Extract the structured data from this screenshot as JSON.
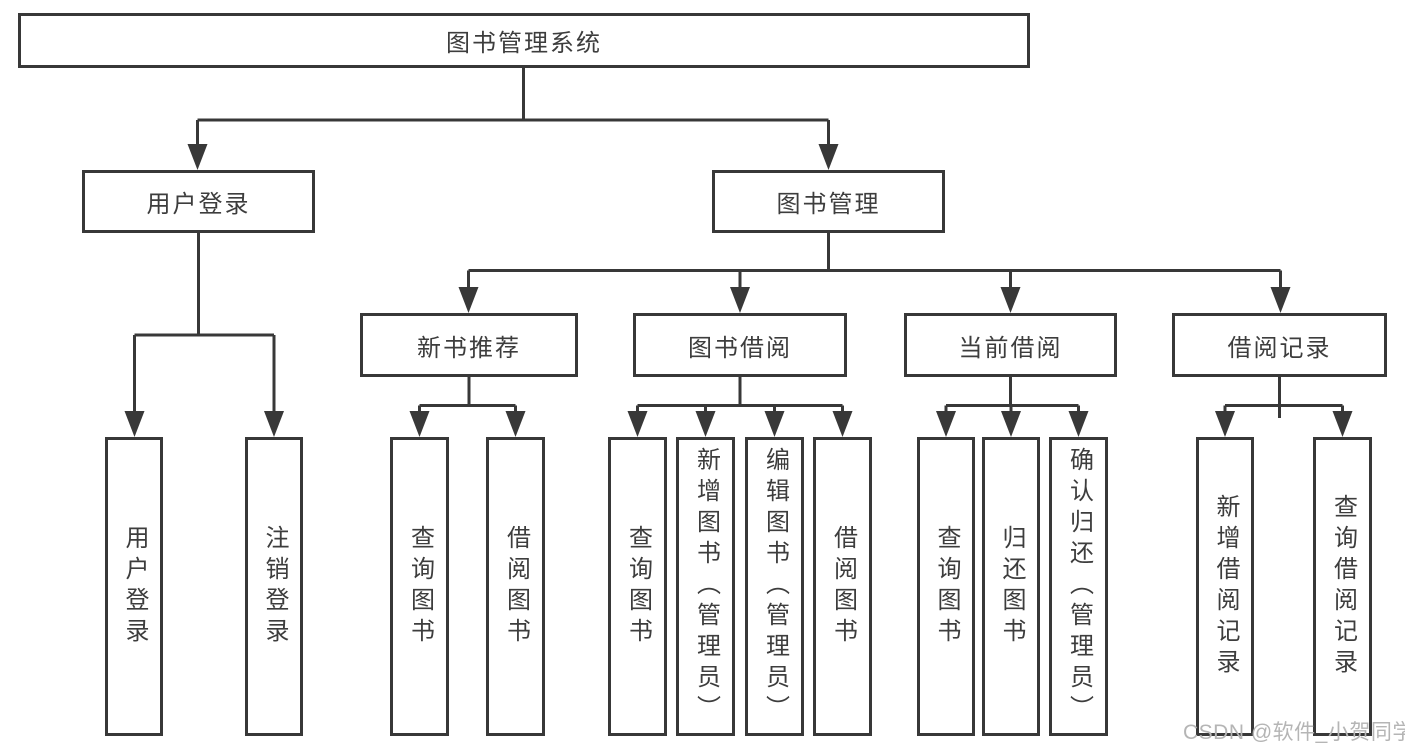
{
  "tree": {
    "root": {
      "label": "图书管理系统",
      "children": [
        {
          "label": "用户登录",
          "children": [
            {
              "label": "用户登录"
            },
            {
              "label": "注销登录"
            }
          ]
        },
        {
          "label": "图书管理",
          "children": [
            {
              "label": "新书推荐",
              "children": [
                {
                  "label": "查询图书"
                },
                {
                  "label": "借阅图书"
                }
              ]
            },
            {
              "label": "图书借阅",
              "children": [
                {
                  "label": "查询图书"
                },
                {
                  "label": "新增图书（管理员）"
                },
                {
                  "label": "编辑图书（管理员）"
                },
                {
                  "label": "借阅图书"
                }
              ]
            },
            {
              "label": "当前借阅",
              "children": [
                {
                  "label": "查询图书"
                },
                {
                  "label": "归还图书"
                },
                {
                  "label": "确认归还（管理员）"
                }
              ]
            },
            {
              "label": "借阅记录",
              "children": [
                {
                  "label": "新增借阅记录"
                },
                {
                  "label": "查询借阅记录"
                }
              ]
            }
          ]
        }
      ]
    }
  },
  "watermark": "CSDN @软件_小贺同学",
  "colors": {
    "line": "#383838",
    "text": "#3d3d3d",
    "box_background": "#ffffff",
    "watermark": "#b5b5b5"
  }
}
